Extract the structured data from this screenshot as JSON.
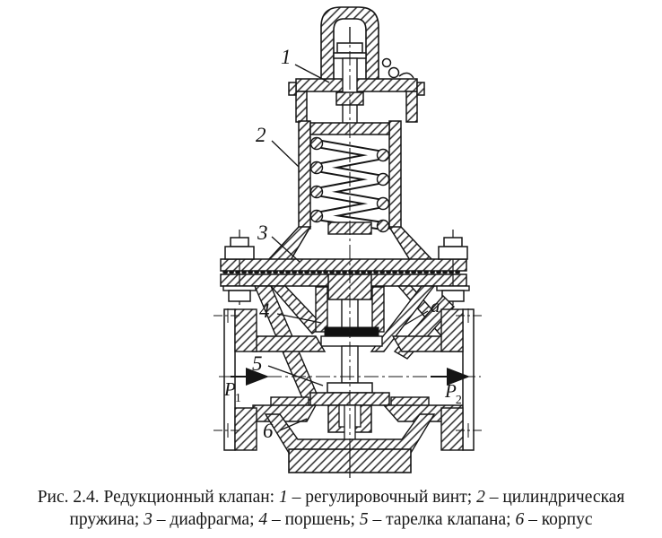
{
  "figure": {
    "type": "technical-cross-section-drawing",
    "subject": "Редукционный клапан",
    "caption": {
      "line1": [
        "Рис. 2.4. Редукционный клапан: ",
        "1",
        " – регулировочный винт; ",
        "2",
        " – цилиндрическая"
      ],
      "line2": [
        "пружина; ",
        "3",
        " – диафрагма; ",
        "4",
        " – поршень; ",
        "5",
        " – тарелка клапана; ",
        "6",
        " – корпус"
      ]
    },
    "labels": {
      "n1": "1",
      "n2": "2",
      "n3": "3",
      "n4": "4",
      "n5": "5",
      "n6": "6",
      "a": "a",
      "p1": {
        "base": "P",
        "sub": "1"
      },
      "p2": {
        "base": "P",
        "sub": "2"
      }
    },
    "parts_legend": {
      "1": "регулировочный винт",
      "2": "цилиндрическая пружина",
      "3": "диафрагма",
      "4": "поршень",
      "5": "тарелка клапана",
      "6": "корпус"
    },
    "colors": {
      "ink": "#151515",
      "background": "#ffffff"
    }
  }
}
